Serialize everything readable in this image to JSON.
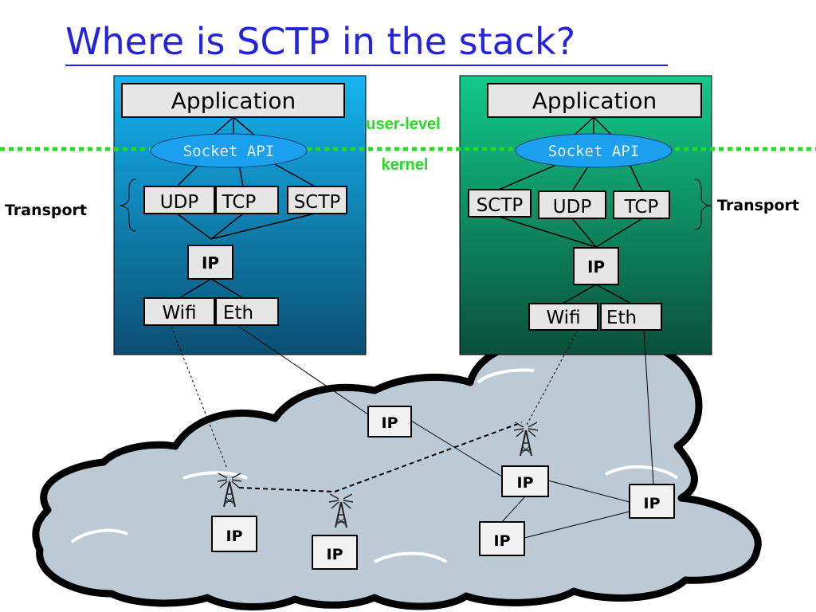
{
  "title": "Where is SCTP in the stack?",
  "divider_labels": {
    "user_level": "user-level",
    "kernel": "kernel"
  },
  "left_host": {
    "application": "Application",
    "socket_api": "Socket API",
    "transport_label": "Transport",
    "transports": [
      "UDP",
      "TCP",
      "SCTP"
    ],
    "ip": "IP",
    "links": [
      "Wifi",
      "Eth"
    ]
  },
  "right_host": {
    "application": "Application",
    "socket_api": "Socket API",
    "transport_label": "Transport",
    "transports": [
      "SCTP",
      "UDP",
      "TCP"
    ],
    "ip": "IP",
    "links": [
      "Wifi",
      "Eth"
    ]
  },
  "cloud_routers": [
    "IP",
    "IP",
    "IP",
    "IP",
    "IP",
    "IP"
  ],
  "colors": {
    "title": "#2323e0",
    "left_host_top": "#14b4f0",
    "left_host_bottom": "#0b4f73",
    "right_host_top": "#12c98a",
    "right_host_bottom": "#0a4f3b",
    "socket_api_fill": "#1aa0ee",
    "divider": "#22dd22",
    "cloud_fill": "#bccad6",
    "box_fill": "#e6e6e6"
  },
  "icons": [
    "antenna-tower-icon"
  ]
}
